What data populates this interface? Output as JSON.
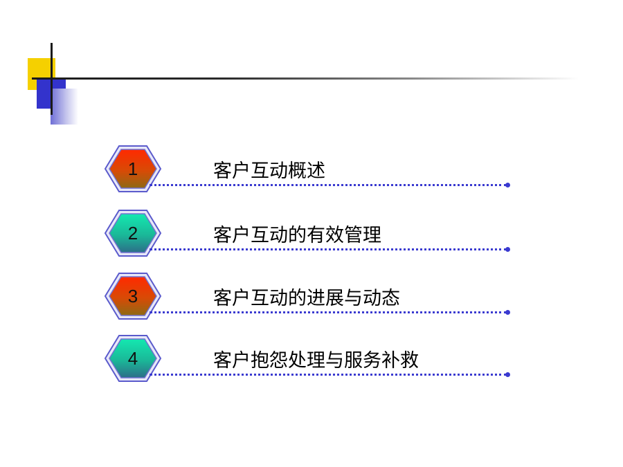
{
  "colors": {
    "accent_yellow": "#f5d000",
    "accent_blue": "#3333cc",
    "rule_blue": "#3a3ad0",
    "hex_red_top": "#ff2a00",
    "hex_red_bottom": "#a06a10",
    "hex_teal_top": "#14e0a8",
    "hex_teal_bottom": "#2c7a8a",
    "hex_border": "#5a5acc"
  },
  "agenda": {
    "items": [
      {
        "number": "1",
        "label": "客户互动概述",
        "style": "red"
      },
      {
        "number": "2",
        "label": "客户互动的有效管理",
        "style": "teal"
      },
      {
        "number": "3",
        "label": "客户互动的进展与动态",
        "style": "red"
      },
      {
        "number": "4",
        "label": "客户抱怨处理与服务补救",
        "style": "teal"
      }
    ]
  }
}
